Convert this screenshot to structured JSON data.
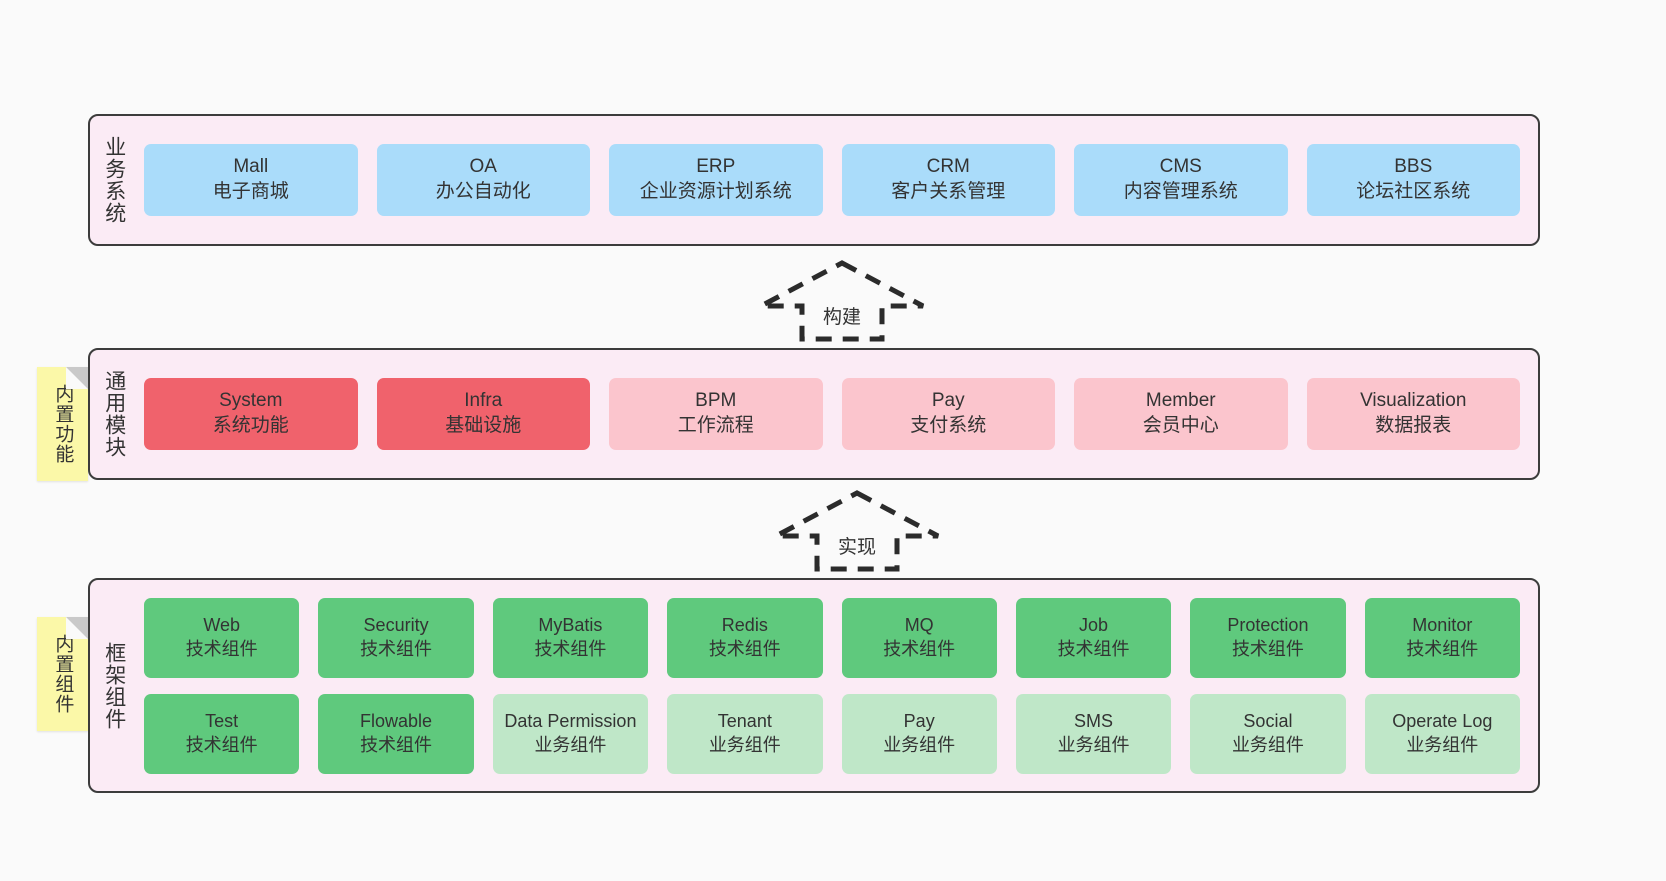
{
  "layers": [
    {
      "id": "business",
      "title": "业务系统",
      "rows": [
        {
          "cells": [
            {
              "name": "mall",
              "title": "Mall",
              "subtitle": "电子商城",
              "color": "#aadcfa"
            },
            {
              "name": "oa",
              "title": "OA",
              "subtitle": "办公自动化",
              "color": "#aadcfa"
            },
            {
              "name": "erp",
              "title": "ERP",
              "subtitle": "企业资源计划系统",
              "color": "#aadcfa"
            },
            {
              "name": "crm",
              "title": "CRM",
              "subtitle": "客户关系管理",
              "color": "#aadcfa"
            },
            {
              "name": "cms",
              "title": "CMS",
              "subtitle": "内容管理系统",
              "color": "#aadcfa"
            },
            {
              "name": "bbs",
              "title": "BBS",
              "subtitle": "论坛社区系统",
              "color": "#aadcfa"
            }
          ]
        }
      ]
    },
    {
      "id": "module",
      "title": "通用模块",
      "rows": [
        {
          "cells": [
            {
              "name": "system",
              "title": "System",
              "subtitle": "系统功能",
              "color": "#f0626c"
            },
            {
              "name": "infra",
              "title": "Infra",
              "subtitle": "基础设施",
              "color": "#f0626c"
            },
            {
              "name": "bpm",
              "title": "BPM",
              "subtitle": "工作流程",
              "color": "#fbc5cd"
            },
            {
              "name": "pay",
              "title": "Pay",
              "subtitle": "支付系统",
              "color": "#fbc5cd"
            },
            {
              "name": "member",
              "title": "Member",
              "subtitle": "会员中心",
              "color": "#fbc5cd"
            },
            {
              "name": "visualization",
              "title": "Visualization",
              "subtitle": "数据报表",
              "color": "#fbc5cd"
            }
          ]
        }
      ]
    },
    {
      "id": "framework",
      "title": "框架组件",
      "rows": [
        {
          "cells": [
            {
              "name": "web",
              "title": "Web",
              "subtitle": "技术组件",
              "color": "#5fc97d"
            },
            {
              "name": "security",
              "title": "Security",
              "subtitle": "技术组件",
              "color": "#5fc97d"
            },
            {
              "name": "mybatis",
              "title": "MyBatis",
              "subtitle": "技术组件",
              "color": "#5fc97d"
            },
            {
              "name": "redis",
              "title": "Redis",
              "subtitle": "技术组件",
              "color": "#5fc97d"
            },
            {
              "name": "mq",
              "title": "MQ",
              "subtitle": "技术组件",
              "color": "#5fc97d"
            },
            {
              "name": "job",
              "title": "Job",
              "subtitle": "技术组件",
              "color": "#5fc97d"
            },
            {
              "name": "protection",
              "title": "Protection",
              "subtitle": "技术组件",
              "color": "#5fc97d"
            },
            {
              "name": "monitor",
              "title": "Monitor",
              "subtitle": "技术组件",
              "color": "#5fc97d"
            }
          ]
        },
        {
          "cells": [
            {
              "name": "test",
              "title": "Test",
              "subtitle": "技术组件",
              "color": "#5fc97d"
            },
            {
              "name": "flowable",
              "title": "Flowable",
              "subtitle": "技术组件",
              "color": "#5fc97d"
            },
            {
              "name": "data-permission",
              "title": "Data Permission",
              "subtitle": "业务组件",
              "color": "#bfe7c8",
              "wrap": true
            },
            {
              "name": "tenant",
              "title": "Tenant",
              "subtitle": "业务组件",
              "color": "#bfe7c8"
            },
            {
              "name": "pay-component",
              "title": "Pay",
              "subtitle": "业务组件",
              "color": "#bfe7c8"
            },
            {
              "name": "sms",
              "title": "SMS",
              "subtitle": "业务组件",
              "color": "#bfe7c8"
            },
            {
              "name": "social",
              "title": "Social",
              "subtitle": "业务组件",
              "color": "#bfe7c8"
            },
            {
              "name": "operate-log",
              "title": "Operate Log",
              "subtitle": "业务组件",
              "color": "#bfe7c8"
            }
          ]
        }
      ]
    }
  ],
  "notes": [
    {
      "id": "builtin-function",
      "label": "内置功能"
    },
    {
      "id": "builtin-component",
      "label": "内置组件"
    }
  ],
  "arrows": [
    {
      "id": "build",
      "label": "构建"
    },
    {
      "id": "implement",
      "label": "实现"
    }
  ],
  "colors": {
    "canvas": "#fafafa",
    "panel_fill": "#fbebf5",
    "panel_border": "#3c3c3c",
    "note_fill": "#fbf8a8",
    "note_fold": "#c9c9c9",
    "business": "#aadcfa",
    "module_core": "#f0626c",
    "module_optional": "#fbc5cd",
    "framework_tech": "#5fc97d",
    "framework_business": "#bfe7c8",
    "text": "#333333"
  }
}
